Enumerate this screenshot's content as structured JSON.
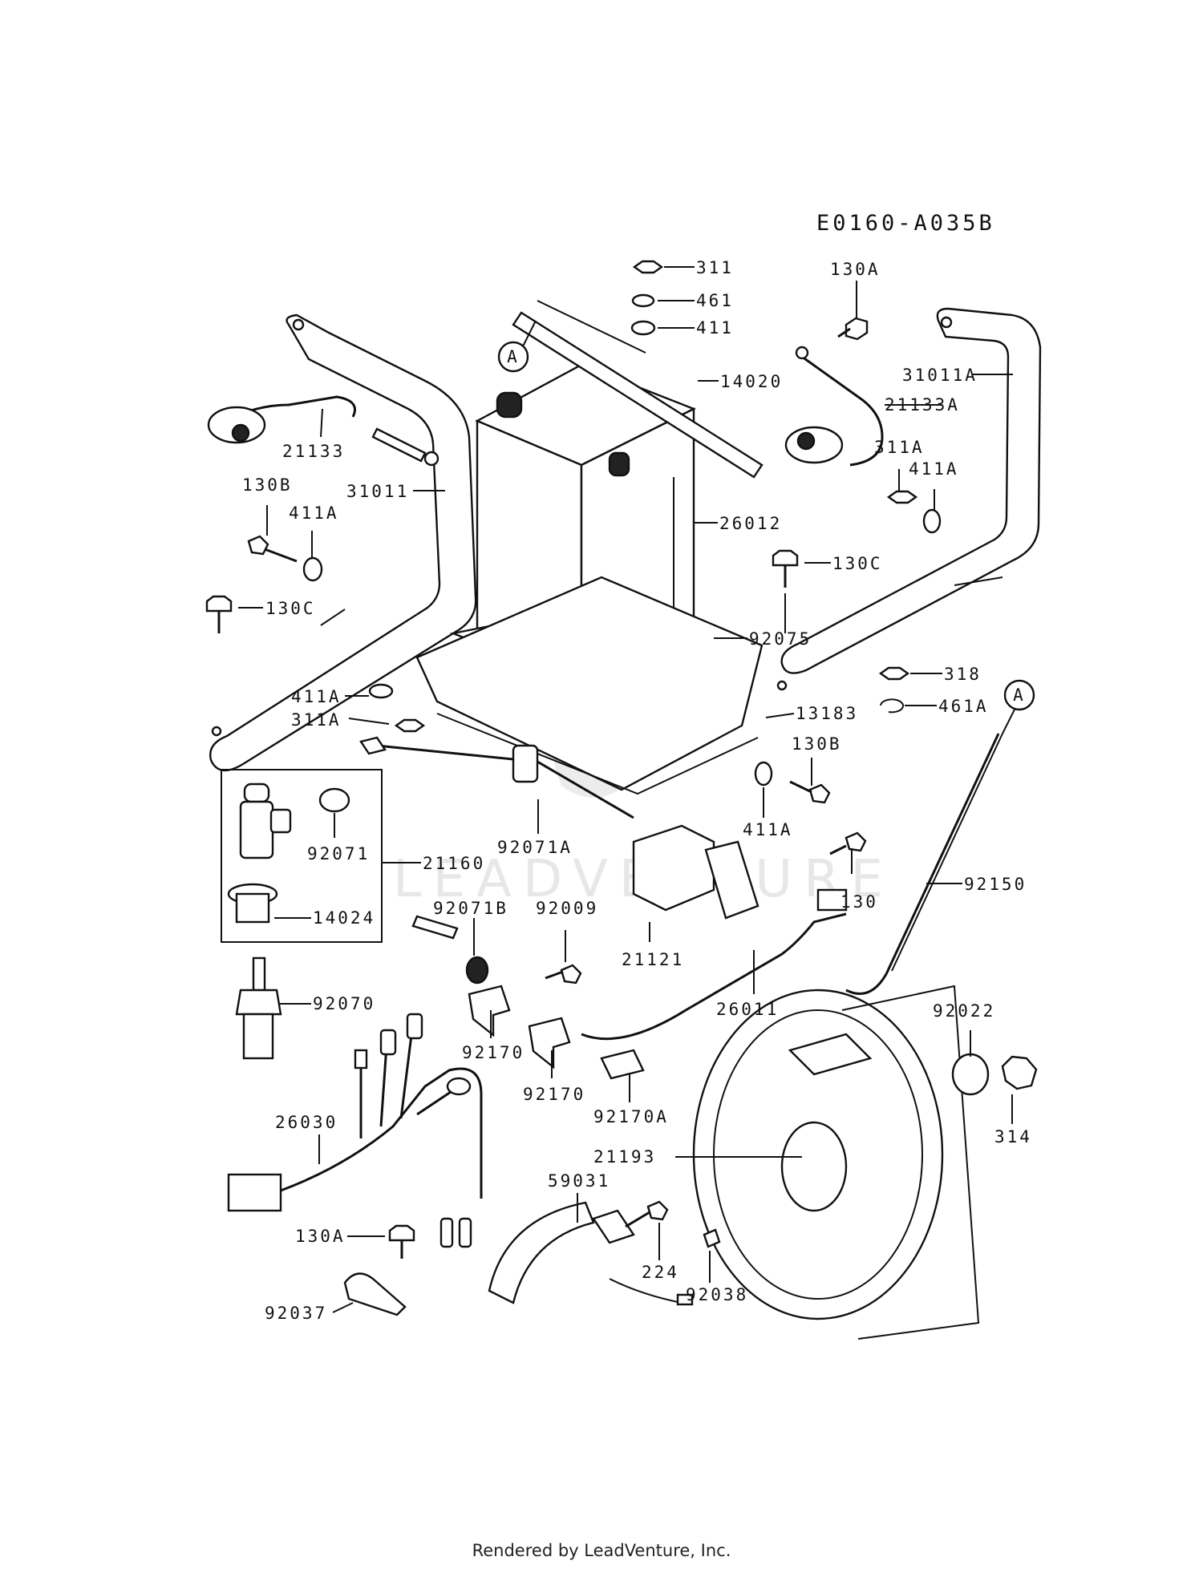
{
  "diagram_code": "E0160-A035B",
  "watermark": "LEADVENTURE",
  "footer": "Rendered by LeadVenture, Inc.",
  "ref_marker": "A",
  "part_labels": [
    "311",
    "461",
    "411",
    "130A",
    "14020",
    "31011A",
    "21133A",
    "21133",
    "311A",
    "411A",
    "31011",
    "130B",
    "411A",
    "26012",
    "130C",
    "130C",
    "92075",
    "318",
    "411A",
    "461A",
    "311A",
    "13183",
    "130B",
    "411A",
    "92071",
    "92071A",
    "21160",
    "130",
    "92150",
    "14024",
    "92071B",
    "92009",
    "21121",
    "26011",
    "92070",
    "92170",
    "92022",
    "92170",
    "92170A",
    "314",
    "26030",
    "21193",
    "59031",
    "130A",
    "224",
    "92038",
    "92037"
  ]
}
